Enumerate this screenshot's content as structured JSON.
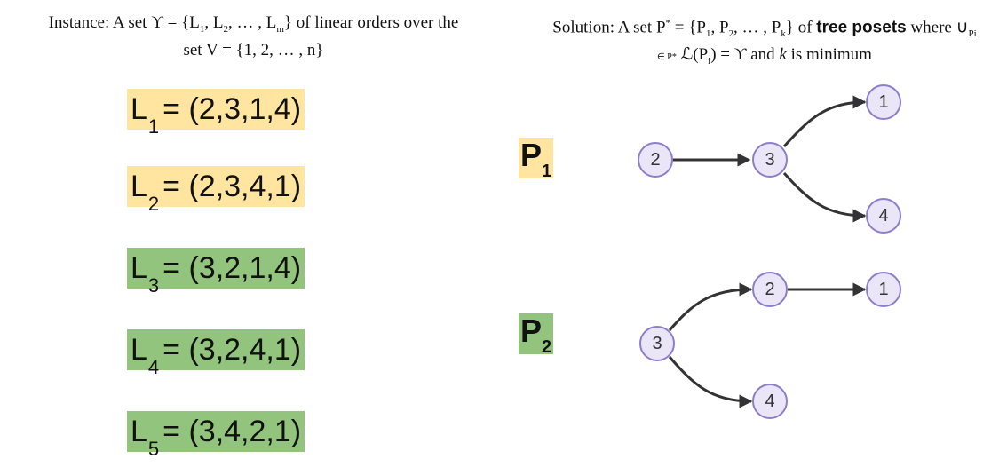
{
  "header": {
    "left": {
      "prefix": "Instance: A set ϒ = {L",
      "s1": "1",
      "c1": ", L",
      "s2": "2",
      "c2": ", … , L",
      "sm": "m",
      "suffix": "} of linear orders over the",
      "line2": "set V = {1, 2, … , n}"
    },
    "right": {
      "prefix": "Solution: A set P",
      "star": "*",
      "mid1": " = {P",
      "s1": "1",
      "c1": ", P",
      "s2": "2",
      "c2": ", … , P",
      "sk": "k",
      "mid2": "} of ",
      "bold": "tree posets",
      "mid3": " where ∪",
      "pi": "Pi",
      "line2_sub": "∈ P*",
      "line2_a": " ℒ(P",
      "line2_i": "i",
      "line2_b": ") = ϒ and ",
      "line2_k": "k",
      "line2_c": " is minimum"
    }
  },
  "orders": [
    {
      "letter": "L",
      "sub": "1",
      "eq": "= (2,3,1,4)"
    },
    {
      "letter": "L",
      "sub": "2",
      "eq": "= (2,3,4,1)"
    },
    {
      "letter": "L",
      "sub": "3",
      "eq": "= (3,2,1,4)"
    },
    {
      "letter": "L",
      "sub": "4",
      "eq": "= (3,2,4,1)"
    },
    {
      "letter": "L",
      "sub": "5",
      "eq": "= (3,4,2,1)"
    }
  ],
  "posets": [
    {
      "letter": "P",
      "sub": "1"
    },
    {
      "letter": "P",
      "sub": "2"
    }
  ],
  "graph1": {
    "nodes": [
      "2",
      "3",
      "1",
      "4"
    ],
    "edges": [
      [
        "2",
        "3"
      ],
      [
        "3",
        "1"
      ],
      [
        "3",
        "4"
      ]
    ]
  },
  "graph2": {
    "nodes": [
      "3",
      "2",
      "1",
      "4"
    ],
    "edges": [
      [
        "3",
        "2"
      ],
      [
        "2",
        "1"
      ],
      [
        "3",
        "4"
      ]
    ]
  },
  "colors": {
    "yellow": "#ffe5a0",
    "green": "#93c47d",
    "node_fill": "#ebe6f7",
    "node_stroke": "#8c7ec9",
    "edge": "#333333"
  }
}
